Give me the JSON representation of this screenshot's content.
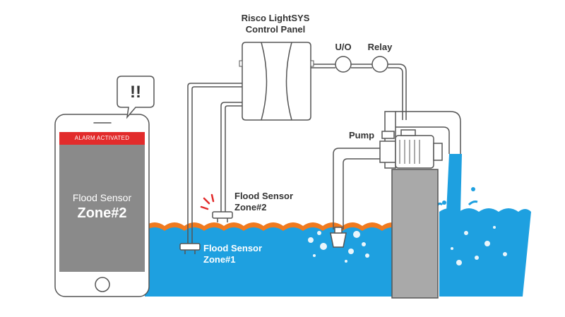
{
  "labels": {
    "control_panel_line1": "Risco LightSYS",
    "control_panel_line2": "Control Panel",
    "io_module": "U/O",
    "relay": "Relay",
    "pump": "Pump",
    "sensor2_line1": "Flood Sensor",
    "sensor2_line2": "Zone#2",
    "sensor1_line1": "Flood Sensor",
    "sensor1_line2": "Zone#1"
  },
  "phone": {
    "banner": "ALARM ACTIVATED",
    "line1": "Flood Sensor",
    "line2": "Zone#2",
    "bubble": "!!"
  },
  "colors": {
    "water": "#1ea0e0",
    "water_surface": "#f07a1f",
    "alarm": "#e22b2b",
    "outline": "#555555",
    "screen": "#8a8a8a",
    "tank": "#a9a9a9"
  },
  "icons": [
    "control-panel-icon",
    "phone-icon",
    "pump-icon",
    "flood-sensor-icon",
    "speech-bubble-icon",
    "alarm-rays-icon"
  ]
}
